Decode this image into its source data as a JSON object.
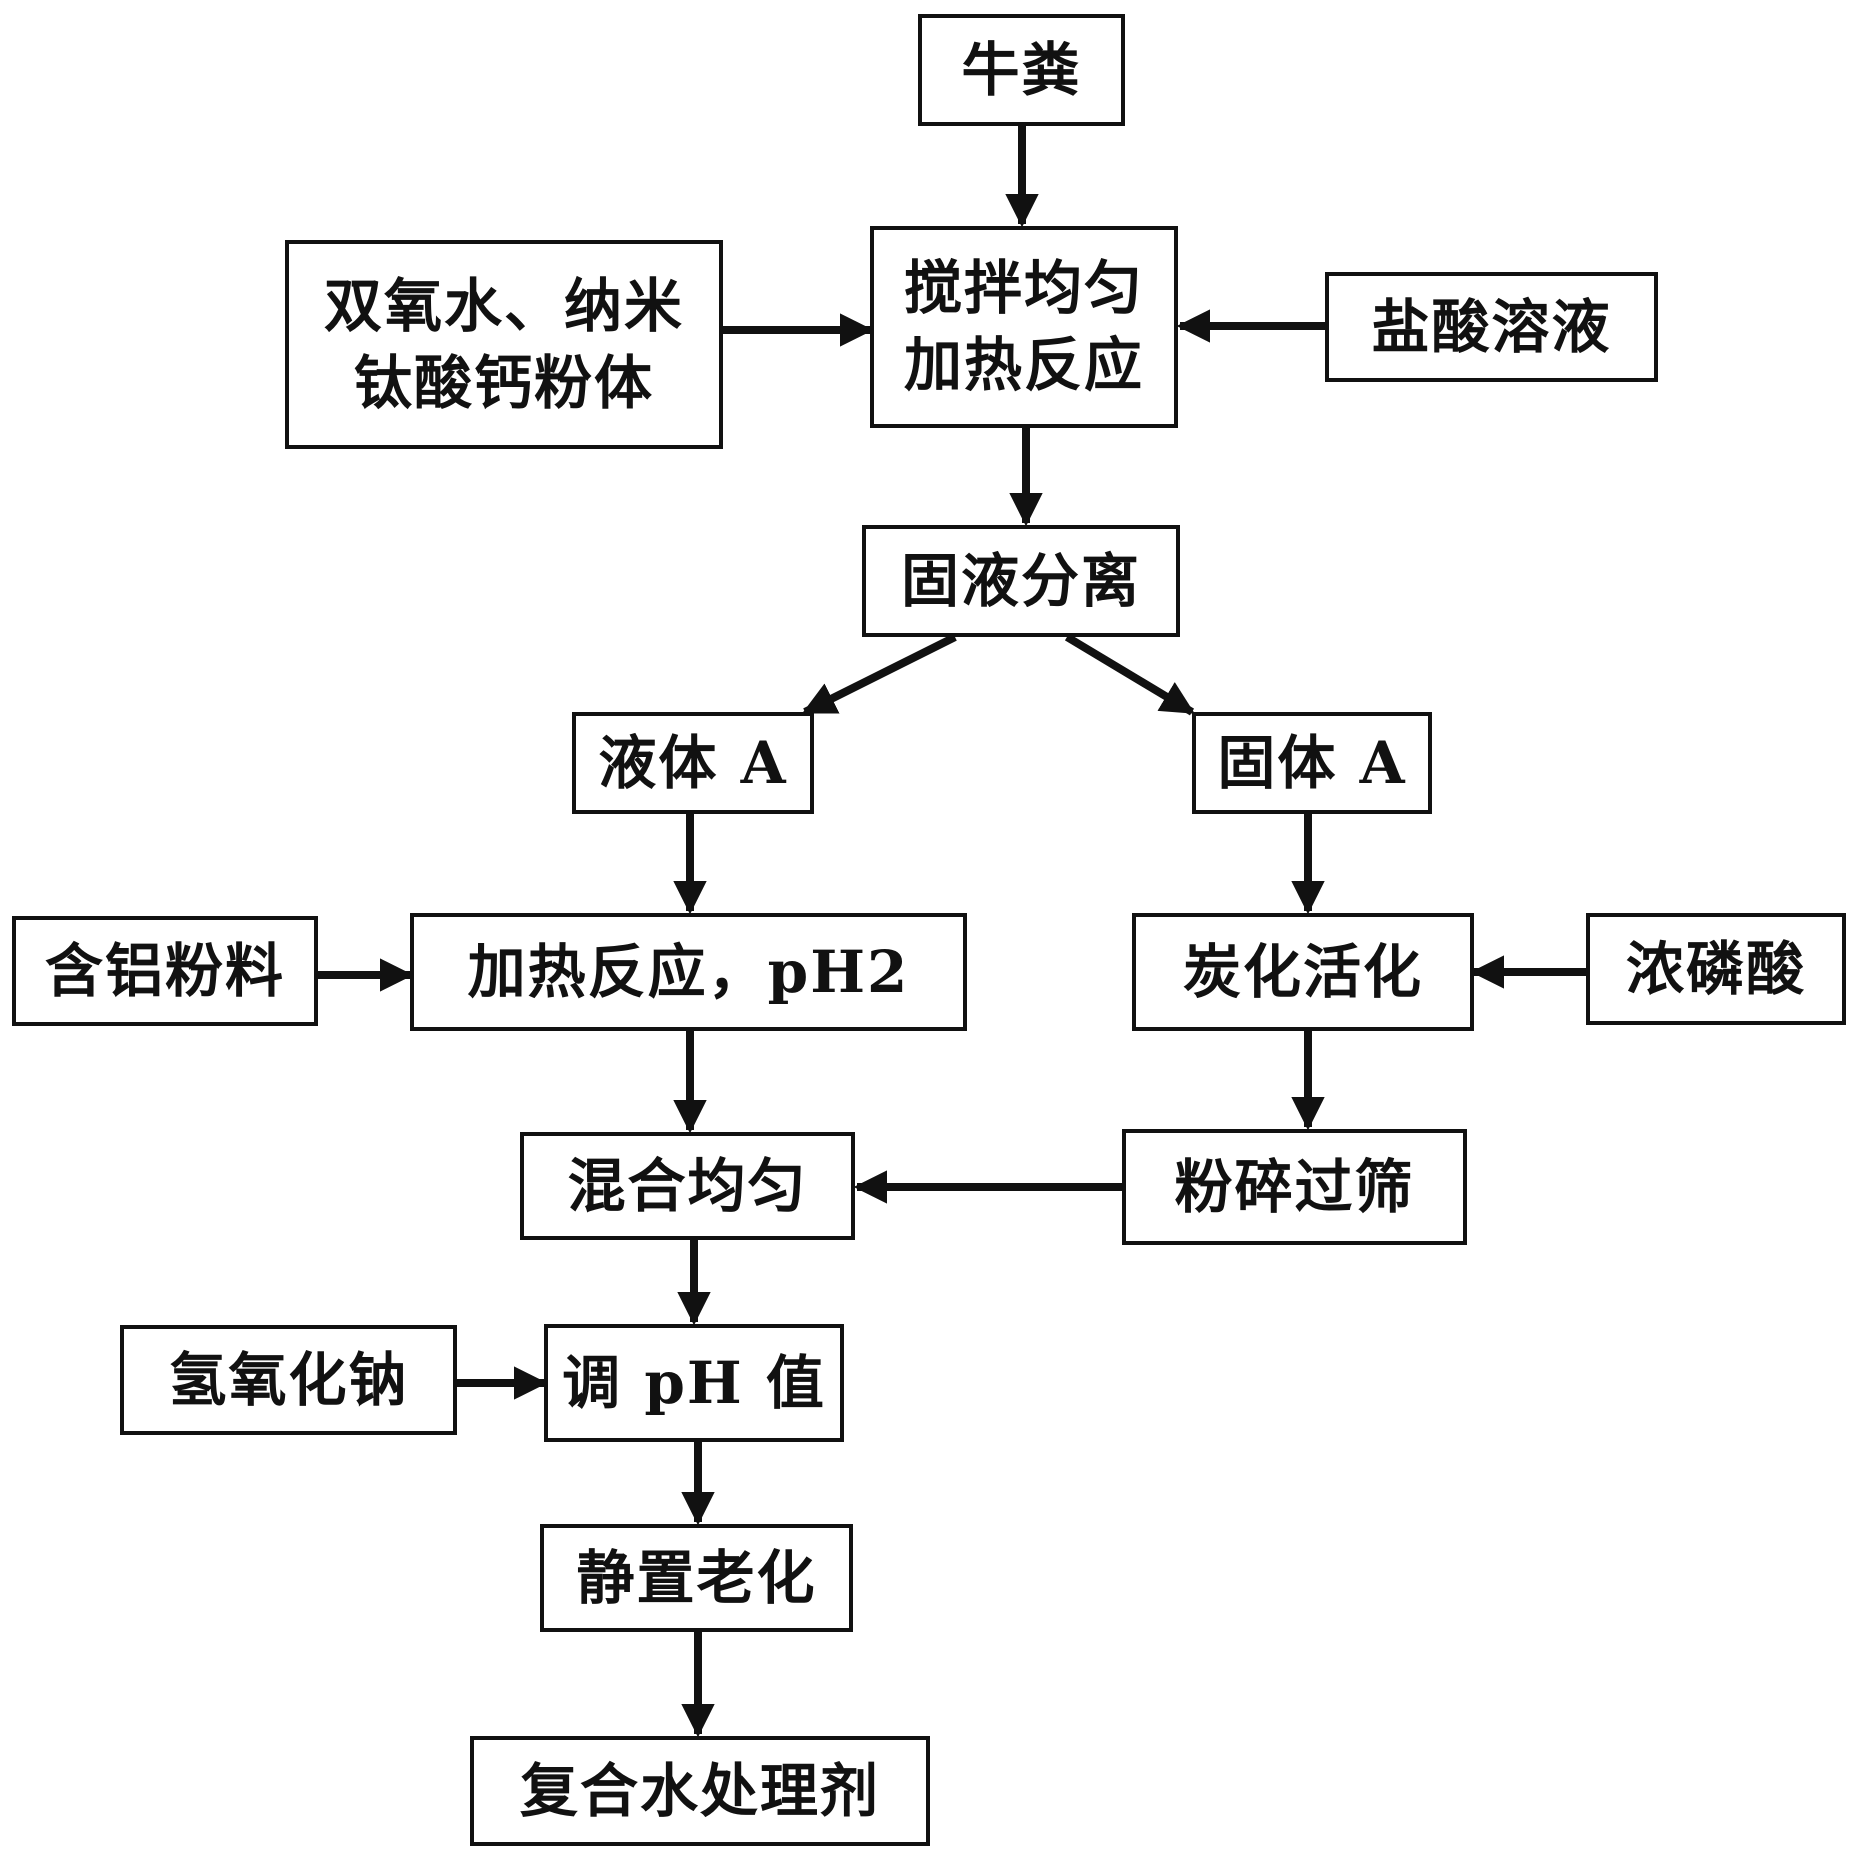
{
  "nodes": {
    "cow_dung": "牛粪",
    "stir_line1": "搅拌均匀",
    "stir_line2": "加热反应",
    "peroxide_line1": "双氧水、纳米",
    "peroxide_line2": "钛酸钙粉体",
    "hcl": "盐酸溶液",
    "separation": "固液分离",
    "liquid_a": "液体 A",
    "solid_a": "固体 A",
    "al_powder": "含铝粉料",
    "heat_ph2": "加热反应，pH2",
    "carbonize": "炭化活化",
    "phosphoric": "浓磷酸",
    "mix": "混合均匀",
    "crush": "粉碎过筛",
    "naoh": "氢氧化钠",
    "adjust_ph": "调 pH 值",
    "aging": "静置老化",
    "product": "复合水处理剂"
  },
  "colors": {
    "stroke": "#111111",
    "background": "#ffffff"
  }
}
